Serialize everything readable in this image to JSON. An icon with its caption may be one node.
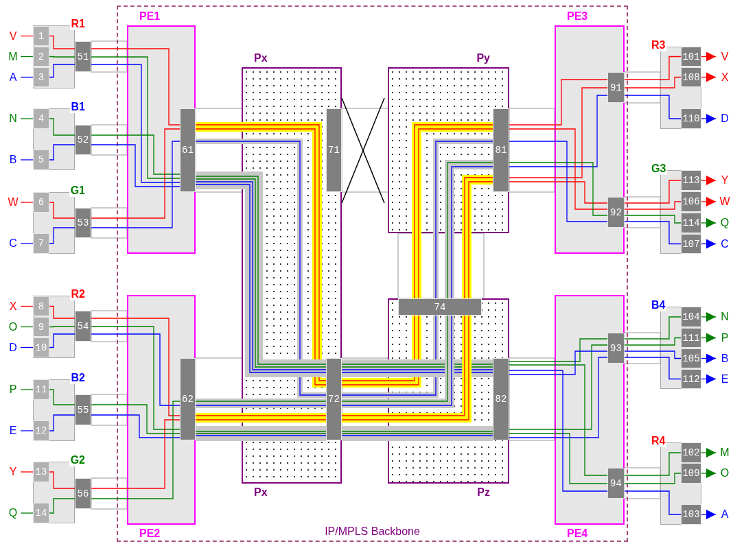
{
  "diagram": {
    "nodes": [
      {
        "text": [
          "IP/MPLS Backbone"
        ]
      },
      {
        "text": [
          "PE1"
        ],
        "in": 0
      },
      {
        "text": [
          "PE2"
        ],
        "in": 0
      },
      {
        "text": [
          "PE3"
        ],
        "in": 0
      },
      {
        "text": [
          "PE4"
        ],
        "in": 0
      },
      {
        "text": [
          "Px",
          "Px"
        ],
        "in": 0
      },
      {
        "text": [
          "Py"
        ],
        "in": 0
      },
      {
        "text": [
          "Pz"
        ],
        "in": 0
      },
      {
        "text": [
          "61"
        ],
        "in": 1
      },
      {
        "text": [
          "62"
        ],
        "in": 2
      },
      {
        "text": [
          "71"
        ],
        "in": 5
      },
      {
        "text": [
          "72"
        ],
        "in": 5
      },
      {
        "text": [
          "74"
        ],
        "in": 7
      },
      {
        "text": [
          "81"
        ],
        "in": 6
      },
      {
        "text": [
          "82"
        ],
        "in": 7
      },
      {
        "text": [
          "91"
        ],
        "in": 3
      },
      {
        "text": [
          "92"
        ],
        "in": 3
      },
      {
        "text": [
          "93"
        ],
        "in": 4
      },
      {
        "text": [
          "94"
        ],
        "in": 4
      },
      {
        "text": [
          "R1"
        ]
      },
      {
        "text": [
          "1"
        ],
        "in": 19
      },
      {
        "text": [
          "2"
        ],
        "in": 19
      },
      {
        "text": [
          "3"
        ],
        "in": 19
      },
      {
        "text": [
          "51"
        ]
      },
      {
        "text": [
          "B1"
        ]
      },
      {
        "text": [
          "4"
        ],
        "in": 24
      },
      {
        "text": [
          "5"
        ],
        "in": 24
      },
      {
        "text": [
          "52"
        ]
      },
      {
        "text": [
          "G1"
        ]
      },
      {
        "text": [
          "6"
        ],
        "in": 28
      },
      {
        "text": [
          "7"
        ],
        "in": 28
      },
      {
        "text": [
          "53"
        ]
      },
      {
        "text": [
          "R2"
        ]
      },
      {
        "text": [
          "8"
        ],
        "in": 32
      },
      {
        "text": [
          "9"
        ],
        "in": 32
      },
      {
        "text": [
          "10"
        ],
        "in": 32
      },
      {
        "text": [
          "54"
        ]
      },
      {
        "text": [
          "B2"
        ]
      },
      {
        "text": [
          "11"
        ],
        "in": 37
      },
      {
        "text": [
          "12"
        ],
        "in": 37
      },
      {
        "text": [
          "55"
        ]
      },
      {
        "text": [
          "G2"
        ]
      },
      {
        "text": [
          "13"
        ],
        "in": 41
      },
      {
        "text": [
          "14"
        ],
        "in": 41
      },
      {
        "text": [
          "56"
        ]
      },
      {
        "text": [
          "V"
        ]
      },
      {
        "text": [
          "M"
        ]
      },
      {
        "text": [
          "A"
        ]
      },
      {
        "text": [
          "N"
        ]
      },
      {
        "text": [
          "B"
        ]
      },
      {
        "text": [
          "W"
        ]
      },
      {
        "text": [
          "C"
        ]
      },
      {
        "text": [
          "X"
        ]
      },
      {
        "text": [
          "O"
        ]
      },
      {
        "text": [
          "D"
        ]
      },
      {
        "text": [
          "P"
        ]
      },
      {
        "text": [
          "E"
        ]
      },
      {
        "text": [
          "Y"
        ]
      },
      {
        "text": [
          "Q"
        ]
      },
      {
        "text": [
          "R3"
        ]
      },
      {
        "text": [
          "101"
        ],
        "in": 59
      },
      {
        "text": [
          "108"
        ],
        "in": 59
      },
      {
        "text": [
          "110"
        ],
        "in": 59
      },
      {
        "text": [
          "G3"
        ]
      },
      {
        "text": [
          "113"
        ],
        "in": 63
      },
      {
        "text": [
          "106"
        ],
        "in": 63
      },
      {
        "text": [
          "114"
        ],
        "in": 63
      },
      {
        "text": [
          "107"
        ],
        "in": 63
      },
      {
        "text": [
          "B4"
        ]
      },
      {
        "text": [
          "104"
        ],
        "in": 68
      },
      {
        "text": [
          "111"
        ],
        "in": 68
      },
      {
        "text": [
          "105"
        ],
        "in": 68
      },
      {
        "text": [
          "112"
        ],
        "in": 68
      },
      {
        "text": [
          "R4"
        ]
      },
      {
        "text": [
          "102"
        ],
        "in": 73
      },
      {
        "text": [
          "109"
        ],
        "in": 73
      },
      {
        "text": [
          "103"
        ],
        "in": 73
      },
      {
        "text": [
          "V"
        ]
      },
      {
        "text": [
          "X"
        ]
      },
      {
        "text": [
          "D"
        ]
      },
      {
        "text": [
          "Y"
        ]
      },
      {
        "text": [
          "W"
        ]
      },
      {
        "text": [
          "Q"
        ]
      },
      {
        "text": [
          "C"
        ]
      },
      {
        "text": [
          "N"
        ]
      },
      {
        "text": [
          "P"
        ]
      },
      {
        "text": [
          "B"
        ]
      },
      {
        "text": [
          "E"
        ]
      },
      {
        "text": [
          "M"
        ]
      },
      {
        "text": [
          "O"
        ]
      },
      {
        "text": [
          "A"
        ]
      }
    ],
    "edges": [
      {
        "from": 45,
        "to": 20,
        "arrow": "none",
        "color": "#ff0000"
      },
      {
        "from": 46,
        "to": 21,
        "arrow": "none",
        "color": "#008000"
      },
      {
        "from": 47,
        "to": 22,
        "arrow": "none",
        "color": "#0000ff"
      },
      {
        "from": 48,
        "to": 25,
        "arrow": "none",
        "color": "#008000"
      },
      {
        "from": 49,
        "to": 26,
        "arrow": "none",
        "color": "#0000ff"
      },
      {
        "from": 50,
        "to": 29,
        "arrow": "none",
        "color": "#ff0000"
      },
      {
        "from": 51,
        "to": 30,
        "arrow": "none",
        "color": "#0000ff"
      },
      {
        "from": 52,
        "to": 33,
        "arrow": "none",
        "color": "#ff0000"
      },
      {
        "from": 53,
        "to": 34,
        "arrow": "none",
        "color": "#008000"
      },
      {
        "from": 54,
        "to": 35,
        "arrow": "none",
        "color": "#0000ff"
      },
      {
        "from": 55,
        "to": 38,
        "arrow": "none",
        "color": "#008000"
      },
      {
        "from": 56,
        "to": 39,
        "arrow": "none",
        "color": "#0000ff"
      },
      {
        "from": 57,
        "to": 42,
        "arrow": "none",
        "color": "#ff0000"
      },
      {
        "from": 58,
        "to": 43,
        "arrow": "none",
        "color": "#008000"
      },
      {
        "from": 20,
        "to": 23,
        "arrow": "none",
        "color": "#ff0000"
      },
      {
        "from": 21,
        "to": 23,
        "arrow": "none",
        "color": "#008000"
      },
      {
        "from": 22,
        "to": 23,
        "arrow": "none",
        "color": "#0000ff"
      },
      {
        "from": 25,
        "to": 27,
        "arrow": "none",
        "color": "#008000"
      },
      {
        "from": 26,
        "to": 27,
        "arrow": "none",
        "color": "#0000ff"
      },
      {
        "from": 29,
        "to": 31,
        "arrow": "none",
        "color": "#ff0000"
      },
      {
        "from": 30,
        "to": 31,
        "arrow": "none",
        "color": "#0000ff"
      },
      {
        "from": 33,
        "to": 36,
        "arrow": "none",
        "color": "#ff0000"
      },
      {
        "from": 34,
        "to": 36,
        "arrow": "none",
        "color": "#008000"
      },
      {
        "from": 35,
        "to": 36,
        "arrow": "none",
        "color": "#0000ff"
      },
      {
        "from": 38,
        "to": 40,
        "arrow": "none",
        "color": "#008000"
      },
      {
        "from": 39,
        "to": 40,
        "arrow": "none",
        "color": "#0000ff"
      },
      {
        "from": 42,
        "to": 44,
        "arrow": "none",
        "color": "#ff0000"
      },
      {
        "from": 43,
        "to": 44,
        "arrow": "none",
        "color": "#008000"
      },
      {
        "from": 23,
        "to": 8,
        "arrow": "none",
        "color": "#ff0000"
      },
      {
        "from": 23,
        "to": 8,
        "arrow": "none",
        "color": "#008000"
      },
      {
        "from": 23,
        "to": 8,
        "arrow": "none",
        "color": "#0000ff"
      },
      {
        "from": 27,
        "to": 8,
        "arrow": "none",
        "color": "#008000"
      },
      {
        "from": 27,
        "to": 8,
        "arrow": "none",
        "color": "#0000ff"
      },
      {
        "from": 31,
        "to": 8,
        "arrow": "none",
        "color": "#ff0000"
      },
      {
        "from": 31,
        "to": 8,
        "arrow": "none",
        "color": "#0000ff"
      },
      {
        "from": 36,
        "to": 9,
        "arrow": "none",
        "color": "#ff0000"
      },
      {
        "from": 36,
        "to": 9,
        "arrow": "none",
        "color": "#008000"
      },
      {
        "from": 36,
        "to": 9,
        "arrow": "none",
        "color": "#0000ff"
      },
      {
        "from": 40,
        "to": 9,
        "arrow": "none",
        "color": "#008000"
      },
      {
        "from": 40,
        "to": 9,
        "arrow": "none",
        "color": "#0000ff"
      },
      {
        "from": 44,
        "to": 9,
        "arrow": "none",
        "color": "#ff0000"
      },
      {
        "from": 44,
        "to": 9,
        "arrow": "none",
        "color": "#008000"
      },
      {
        "from": 8,
        "to": 11,
        "arrow": "none",
        "style": "thick",
        "color": "#ffff00"
      },
      {
        "from": 11,
        "to": 12,
        "arrow": "none",
        "style": "thick",
        "color": "#ffff00"
      },
      {
        "from": 12,
        "to": 13,
        "arrow": "none",
        "style": "thick",
        "color": "#ffff00"
      },
      {
        "from": 8,
        "to": 11,
        "arrow": "none",
        "style": "thick",
        "color": "#c8c8c8"
      },
      {
        "from": 11,
        "to": 12,
        "arrow": "none",
        "style": "thick",
        "color": "#c8c8c8"
      },
      {
        "from": 12,
        "to": 13,
        "arrow": "none",
        "style": "thick",
        "color": "#c8c8c8"
      },
      {
        "from": 8,
        "to": 11,
        "arrow": "none",
        "style": "thick",
        "color": "#c8c8c8"
      },
      {
        "from": 11,
        "to": 14,
        "arrow": "none",
        "style": "thick",
        "color": "#c8c8c8"
      },
      {
        "from": 9,
        "to": 11,
        "arrow": "none",
        "style": "thick",
        "color": "#c8c8c8"
      },
      {
        "from": 11,
        "to": 12,
        "arrow": "none",
        "style": "thick",
        "color": "#c8c8c8"
      },
      {
        "from": 12,
        "to": 13,
        "arrow": "none",
        "style": "thick",
        "color": "#c8c8c8"
      },
      {
        "from": 9,
        "to": 11,
        "arrow": "none",
        "style": "thick",
        "color": "#ffff00"
      },
      {
        "from": 11,
        "to": 12,
        "arrow": "none",
        "style": "thick",
        "color": "#ffff00"
      },
      {
        "from": 12,
        "to": 13,
        "arrow": "none",
        "style": "thick",
        "color": "#ffff00"
      },
      {
        "from": 9,
        "to": 11,
        "arrow": "none",
        "style": "thick",
        "color": "#c8c8c8"
      },
      {
        "from": 11,
        "to": 14,
        "arrow": "none",
        "style": "thick",
        "color": "#c8c8c8"
      },
      {
        "from": 13,
        "to": 15,
        "arrow": "none",
        "color": "#ff0000"
      },
      {
        "from": 13,
        "to": 15,
        "arrow": "none",
        "color": "#ff0000"
      },
      {
        "from": 13,
        "to": 15,
        "arrow": "none",
        "color": "#0000ff"
      },
      {
        "from": 13,
        "to": 16,
        "arrow": "none",
        "color": "#ff0000"
      },
      {
        "from": 13,
        "to": 16,
        "arrow": "none",
        "color": "#ff0000"
      },
      {
        "from": 13,
        "to": 16,
        "arrow": "none",
        "color": "#008000"
      },
      {
        "from": 13,
        "to": 16,
        "arrow": "none",
        "color": "#0000ff"
      },
      {
        "from": 14,
        "to": 17,
        "arrow": "none",
        "color": "#008000"
      },
      {
        "from": 14,
        "to": 17,
        "arrow": "none",
        "color": "#008000"
      },
      {
        "from": 14,
        "to": 17,
        "arrow": "none",
        "color": "#0000ff"
      },
      {
        "from": 14,
        "to": 17,
        "arrow": "none",
        "color": "#0000ff"
      },
      {
        "from": 14,
        "to": 18,
        "arrow": "none",
        "color": "#008000"
      },
      {
        "from": 14,
        "to": 18,
        "arrow": "none",
        "color": "#008000"
      },
      {
        "from": 14,
        "to": 18,
        "arrow": "none",
        "color": "#0000ff"
      },
      {
        "from": 15,
        "to": 60,
        "arrow": "none",
        "color": "#ff0000"
      },
      {
        "from": 15,
        "to": 61,
        "arrow": "none",
        "color": "#ff0000"
      },
      {
        "from": 15,
        "to": 62,
        "arrow": "none",
        "color": "#0000ff"
      },
      {
        "from": 16,
        "to": 64,
        "arrow": "none",
        "color": "#ff0000"
      },
      {
        "from": 16,
        "to": 65,
        "arrow": "none",
        "color": "#ff0000"
      },
      {
        "from": 16,
        "to": 66,
        "arrow": "none",
        "color": "#008000"
      },
      {
        "from": 16,
        "to": 67,
        "arrow": "none",
        "color": "#0000ff"
      },
      {
        "from": 17,
        "to": 69,
        "arrow": "none",
        "color": "#008000"
      },
      {
        "from": 17,
        "to": 70,
        "arrow": "none",
        "color": "#008000"
      },
      {
        "from": 17,
        "to": 71,
        "arrow": "none",
        "color": "#0000ff"
      },
      {
        "from": 17,
        "to": 72,
        "arrow": "none",
        "color": "#0000ff"
      },
      {
        "from": 18,
        "to": 74,
        "arrow": "none",
        "color": "#008000"
      },
      {
        "from": 18,
        "to": 75,
        "arrow": "none",
        "color": "#008000"
      },
      {
        "from": 18,
        "to": 76,
        "arrow": "none",
        "color": "#0000ff"
      },
      {
        "from": 60,
        "to": 77,
        "arrow": "to",
        "color": "#ff0000"
      },
      {
        "from": 61,
        "to": 78,
        "arrow": "to",
        "color": "#ff0000"
      },
      {
        "from": 62,
        "to": 79,
        "arrow": "to",
        "color": "#0000ff"
      },
      {
        "from": 64,
        "to": 80,
        "arrow": "to",
        "color": "#ff0000"
      },
      {
        "from": 65,
        "to": 81,
        "arrow": "to",
        "color": "#ff0000"
      },
      {
        "from": 66,
        "to": 82,
        "arrow": "to",
        "color": "#008000"
      },
      {
        "from": 67,
        "to": 83,
        "arrow": "to",
        "color": "#0000ff"
      },
      {
        "from": 69,
        "to": 84,
        "arrow": "to",
        "color": "#008000"
      },
      {
        "from": 70,
        "to": 85,
        "arrow": "to",
        "color": "#008000"
      },
      {
        "from": 71,
        "to": 86,
        "arrow": "to",
        "color": "#0000ff"
      },
      {
        "from": 72,
        "to": 87,
        "arrow": "to",
        "color": "#0000ff"
      },
      {
        "from": 74,
        "to": 88,
        "arrow": "to",
        "color": "#008000"
      },
      {
        "from": 75,
        "to": 89,
        "arrow": "to",
        "color": "#008000"
      },
      {
        "from": 76,
        "to": 90,
        "arrow": "to",
        "color": "#0000ff"
      }
    ]
  }
}
